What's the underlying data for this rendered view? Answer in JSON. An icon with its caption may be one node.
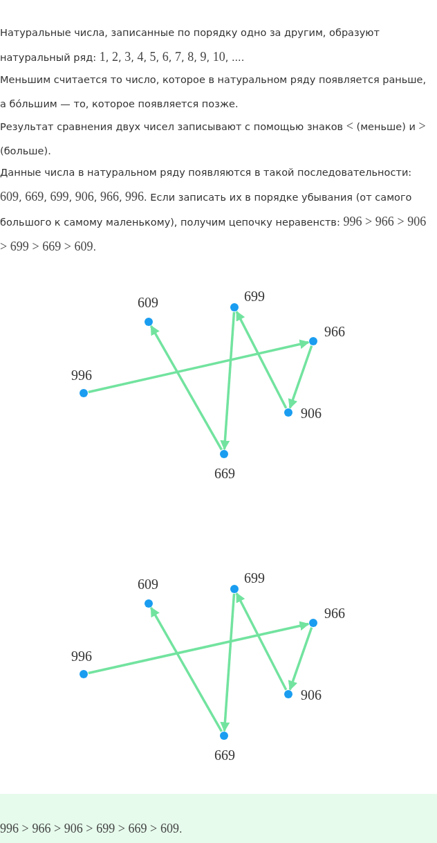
{
  "diagram": {
    "nodes": [
      {
        "text": [],
        "shape": "circle",
        "beside": [
          "609"
        ]
      },
      {
        "text": [],
        "shape": "circle",
        "beside": [
          "699"
        ]
      },
      {
        "text": [],
        "shape": "circle",
        "beside": [
          "966"
        ]
      },
      {
        "text": [],
        "shape": "circle",
        "beside": [
          "996"
        ]
      },
      {
        "text": [],
        "shape": "circle",
        "beside": [
          "906"
        ]
      },
      {
        "text": [],
        "shape": "circle",
        "beside": [
          "669"
        ]
      },
      {
        "text": [],
        "shape": "circle",
        "beside": [
          "609"
        ]
      },
      {
        "text": [],
        "shape": "circle",
        "beside": [
          "699"
        ]
      },
      {
        "text": [],
        "shape": "circle",
        "beside": [
          "966"
        ]
      },
      {
        "text": [],
        "shape": "circle",
        "beside": [
          "996"
        ]
      },
      {
        "text": [],
        "shape": "circle",
        "beside": [
          "906"
        ]
      },
      {
        "text": [],
        "shape": "circle",
        "beside": [
          "669"
        ]
      }
    ],
    "edges": [
      {
        "from": 3,
        "to": 2,
        "arrow": "to"
      },
      {
        "from": 2,
        "to": 4,
        "arrow": "to"
      },
      {
        "from": 4,
        "to": 1,
        "arrow": "to"
      },
      {
        "from": 1,
        "to": 5,
        "arrow": "to"
      },
      {
        "from": 5,
        "to": 0,
        "arrow": "to"
      },
      {
        "from": 9,
        "to": 8,
        "arrow": "to"
      },
      {
        "from": 8,
        "to": 10,
        "arrow": "to"
      },
      {
        "from": 10,
        "to": 7,
        "arrow": "to"
      },
      {
        "from": 7,
        "to": 11,
        "arrow": "to"
      },
      {
        "from": 11,
        "to": 6,
        "arrow": "to"
      }
    ],
    "labels": [
      "Натуральные числа, записанные по порядку одно за другим, образуют натуральный ряд: 1, 2, 3, 4, 5, 6, 7, 8, 9, 10, ....",
      "Меньшим считается то число, которое в натуральном ряду появляется раньше, а бо́льшим — то, которое появляется позже.",
      "Результат сравнения двух чисел записывают с помощью знаков < (меньше) и > (больше).",
      "Данные числа в натуральном ряду появляются в такой последовательности: 609, 669, 699, 906, 966, 996. Если записать их в порядке убывания (от самого большого к самому маленькому), получим цепочку неравенств: 996 > 966 > 906 > 699 > 669 > 609.",
      "996 > 966 > 906 > 699 > 669 > 609."
    ]
  }
}
